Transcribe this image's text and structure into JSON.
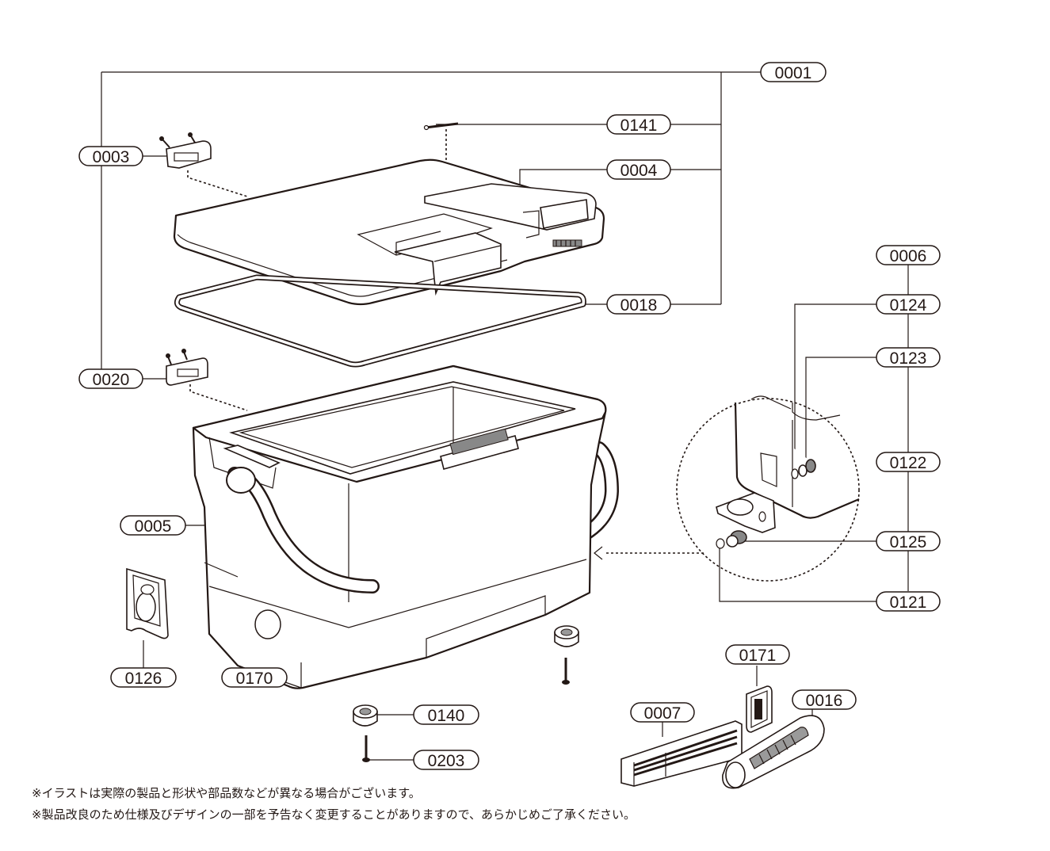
{
  "labels": {
    "p0001": "0001",
    "p0141": "0141",
    "p0003": "0003",
    "p0004": "0004",
    "p0018": "0018",
    "p0020": "0020",
    "p0006": "0006",
    "p0124": "0124",
    "p0123": "0123",
    "p0122": "0122",
    "p0125": "0125",
    "p0121": "0121",
    "p0005": "0005",
    "p0126": "0126",
    "p0170": "0170",
    "p0171": "0171",
    "p0016": "0016",
    "p0007": "0007",
    "p0140": "0140",
    "p0203": "0203"
  },
  "notes": [
    "※イラストは実際の製品と形状や部品数などが異なる場合がございます。",
    "※製品改良のため仕様及びデザインの一部を予告なく変更することがありますので、あらかじめご了承ください。"
  ]
}
